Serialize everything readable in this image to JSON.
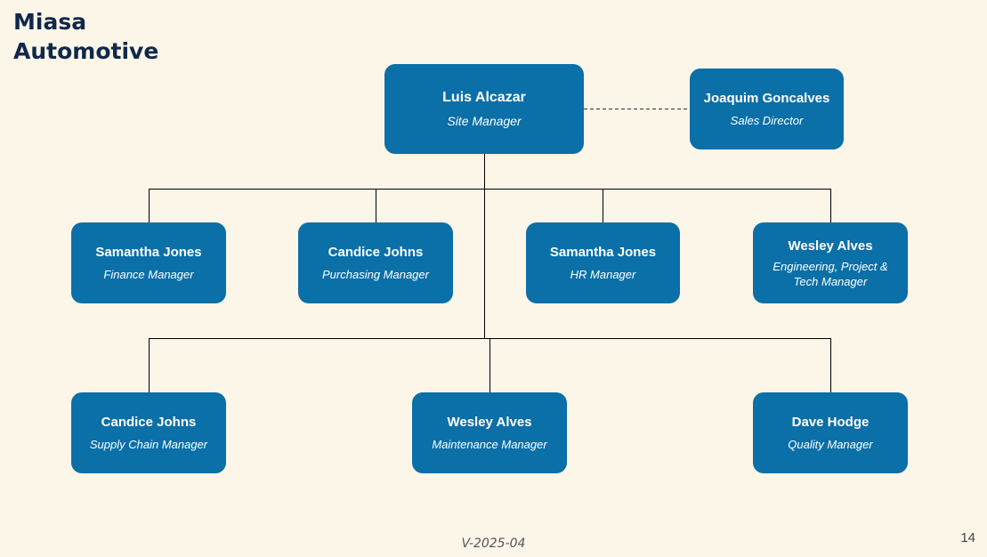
{
  "title": {
    "line1": "Miasa",
    "line2": "Automotive"
  },
  "top": {
    "name": "Luis Alcazar",
    "role": "Site Manager"
  },
  "side": {
    "name": "Joaquim Goncalves",
    "role": "Sales Director"
  },
  "row1": [
    {
      "name": "Samantha Jones",
      "role": "Finance Manager"
    },
    {
      "name": "Candice Johns",
      "role": "Purchasing Manager"
    },
    {
      "name": "Samantha Jones",
      "role": "HR Manager"
    },
    {
      "name": "Wesley Alves",
      "role": "Engineering, Project & Tech Manager"
    }
  ],
  "row2": [
    {
      "name": "Candice Johns",
      "role": "Supply Chain Manager"
    },
    {
      "name": "Wesley Alves",
      "role": "Maintenance Manager"
    },
    {
      "name": "Dave Hodge",
      "role": "Quality Manager"
    }
  ],
  "footer": {
    "version": "V-2025-04",
    "page_number": "14"
  },
  "colors": {
    "box_fill": "#0b6fa8",
    "background": "#fcf6e9",
    "title": "#10284a",
    "connector": "#000000"
  }
}
